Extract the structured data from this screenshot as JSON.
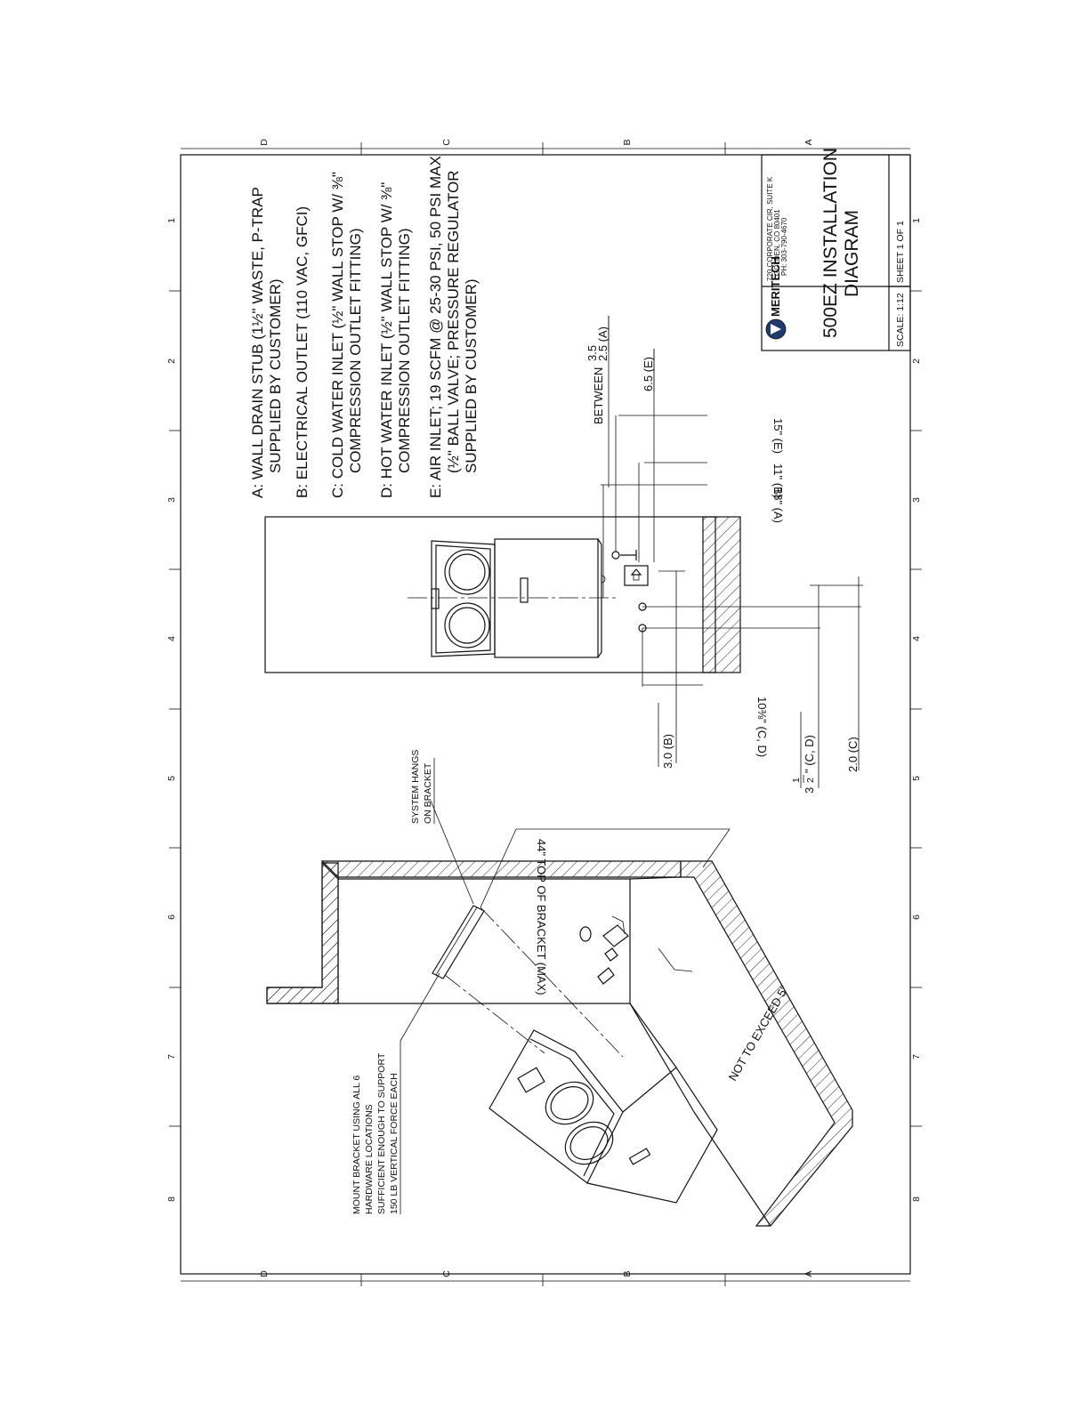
{
  "zone_numbers": [
    "1",
    "2",
    "3",
    "4",
    "5",
    "6",
    "7",
    "8"
  ],
  "zone_letters": [
    "D",
    "C",
    "B",
    "A"
  ],
  "notes": {
    "a_line1": "A: WALL DRAIN STUB (1½\" WASTE, P-TRAP",
    "a_line2": "SUPPLIED BY CUSTOMER)",
    "b_line1": "B: ELECTRICAL OUTLET (110 VAC, GFCI)",
    "c_line1": "C: COLD WATER INLET (½\" WALL STOP W/ ⅜\"",
    "c_line2": "COMPRESSION OUTLET FITTING)",
    "d_line1": "D: HOT WATER INLET (½\" WALL STOP W/ ⅜\"",
    "d_line2": "COMPRESSION OUTLET FITTING)",
    "e_line1": "E: AIR INLET; 19 SCFM @ 25-30 PSI, 50 PSI MAX",
    "e_line2": "(½\" BALL VALVE; PRESSURE REGULATOR",
    "e_line3": "SUPPLIED BY CUSTOMER)"
  },
  "dimensions": {
    "between_label": "BETWEEN",
    "between_top": "3.5",
    "between_bottom": "2.5 (A)",
    "air_offset": "6.5 (E)",
    "height_a": "18\" (A)",
    "height_b": "11\" (B)",
    "height_e": "15\" (E)",
    "height_cd": "10⅜\" (C, D)",
    "offset_b": "3.0 (B)",
    "offset_cd_whole": "3",
    "offset_cd_num": "1",
    "offset_cd_den": "2",
    "offset_cd_suffix": "\" (C, D)",
    "offset_c": "2.0 (C)"
  },
  "iso_labels": {
    "bracket_height": "44\" TOP OF BRACKET (MAX)",
    "system_hangs_1": "SYSTEM HANGS",
    "system_hangs_2": "ON BRACKET",
    "mount_1": "MOUNT BRACKET USING ALL 6",
    "mount_2": "HARDWARE LOCATIONS",
    "mount_3": "SUFFICIENT ENOUGH TO SUPPORT",
    "mount_4": "150 LB VERTICAL FORCE EACH",
    "not_exceed": "NOT TO EXCEED 5\""
  },
  "title_block": {
    "brand": "MERITECH",
    "address_1": "720 CORPORATE CIR, SUITE K",
    "address_2": "GOLDEN, CO 80401",
    "address_3": "PH: 303-790-4670",
    "title_1": "500EZ INSTALLATION",
    "title_2": "DIAGRAM",
    "scale": "SCALE: 1:12",
    "sheet": "SHEET 1 OF 1"
  }
}
